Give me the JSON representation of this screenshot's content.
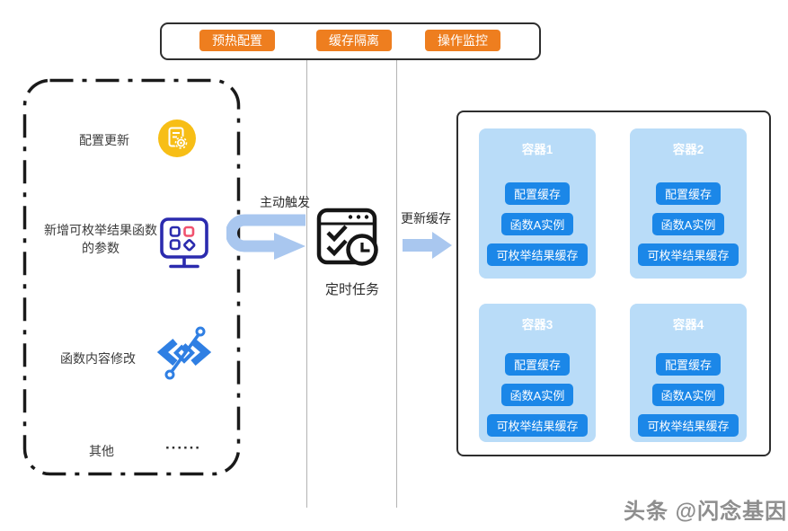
{
  "top_bar": {
    "buttons": [
      {
        "label": "预热配置"
      },
      {
        "label": "缓存隔离"
      },
      {
        "label": "操作监控"
      }
    ]
  },
  "trigger_panel": {
    "items": [
      {
        "label": "配置更新",
        "icon": "document-gear-icon"
      },
      {
        "label_line1": "新增可枚举结果函数",
        "label_line2": "的参数",
        "icon": "monitor-params-icon"
      },
      {
        "label": "函数内容修改",
        "icon": "code-edit-icon"
      },
      {
        "label": "其他",
        "dots": "······"
      }
    ]
  },
  "flow": {
    "trigger_arrow_label": "主动触发",
    "scheduler": {
      "label": "定时任务",
      "icon": "timer-checklist-icon"
    },
    "update_arrow_label": "更新缓存"
  },
  "containers_panel": {
    "containers": [
      {
        "title": "容器1",
        "chips": [
          "配置缓存",
          "函数A实例",
          "可枚举结果缓存"
        ]
      },
      {
        "title": "容器2",
        "chips": [
          "配置缓存",
          "函数A实例",
          "可枚举结果缓存"
        ]
      },
      {
        "title": "容器3",
        "chips": [
          "配置缓存",
          "函数A实例",
          "可枚举结果缓存"
        ]
      },
      {
        "title": "容器4",
        "chips": [
          "配置缓存",
          "函数A实例",
          "可枚举结果缓存"
        ]
      }
    ]
  },
  "watermark": "头条 @闪念基因",
  "colors": {
    "accent_orange": "#EE7E1F",
    "arrow_blue": "#A9C7EF",
    "container_bg_blue": "#B9DCF8",
    "chip_blue": "#1B87E8",
    "icon_yellow": "#F7BE16",
    "icon_navy": "#2B2BAE",
    "icon_pink": "#F0526E",
    "icon_code_blue": "#2F7FE3"
  }
}
